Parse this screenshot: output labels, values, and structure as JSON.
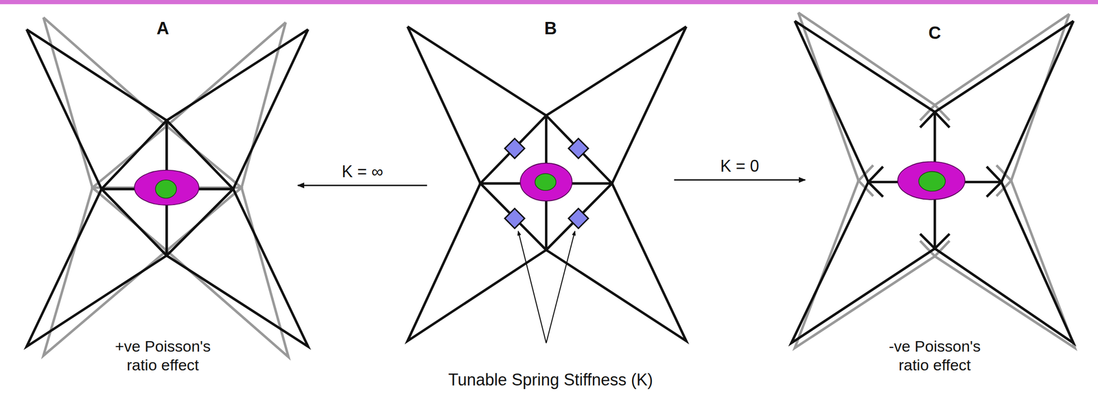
{
  "diagram": {
    "nodes": [
      {
        "text": [
          "A",
          "+ve Poisson's ratio effect"
        ]
      },
      {
        "text": [
          "B",
          "Tunable Spring Stiffness (K)"
        ]
      },
      {
        "text": [
          "C",
          "-ve Poisson's ratio effect"
        ]
      }
    ],
    "edges": [
      {
        "from": 1,
        "to": 0,
        "arrow": "to",
        "label": "K = ∞"
      },
      {
        "from": 1,
        "to": 2,
        "arrow": "to",
        "label": "K = 0"
      }
    ]
  }
}
